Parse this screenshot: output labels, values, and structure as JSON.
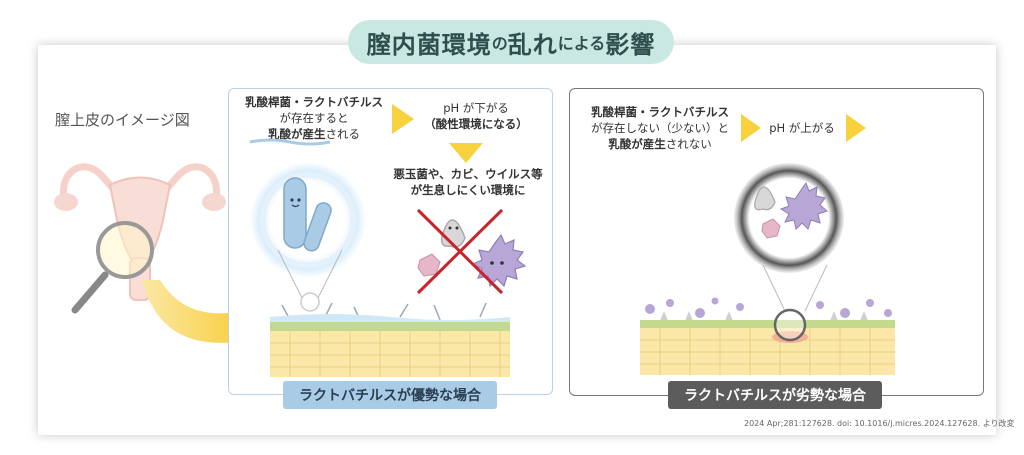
{
  "title": {
    "part1": "膣内菌環境",
    "part2": "の",
    "part3": "乱れ",
    "part4": "による",
    "part5": "影響"
  },
  "image_label": "膣上皮のイメージ図",
  "left": {
    "text1_line1": "乳酸桿菌・ラクトバチルス",
    "text1_line2": "が存在すると",
    "text1_line3a": "乳酸が産生",
    "text1_line3b": "される",
    "ph_line1": "pH が下がる",
    "ph_line2": "（酸性環境になる）",
    "result_line1": "悪玉菌や、カビ、ウイルス等",
    "result_line2": "が生息しにくい環境に",
    "badge": "ラクトバチルスが優勢な場合"
  },
  "right": {
    "text1_line1": "乳酸桿菌・ラクトバチルス",
    "text1_line2": "が存在しない（少ない）と",
    "text1_line3a": "乳酸が産生",
    "text1_line3b": "されない",
    "ph_line1": "pH が上がる",
    "badge": "ラクトバチルスが劣勢な場合"
  },
  "citation": "2024 Apr;281:127628. doi: 10.1016/j.micres.2024.127628. より改変",
  "colors": {
    "title_bg": "#c9e8e2",
    "arrow_yellow": "#f7d23c",
    "lacto_blue": "#a9cbe6",
    "bad_purple": "#b7a6d6",
    "cross_red": "#c9242b",
    "dark_badge": "#5c5c5c"
  }
}
